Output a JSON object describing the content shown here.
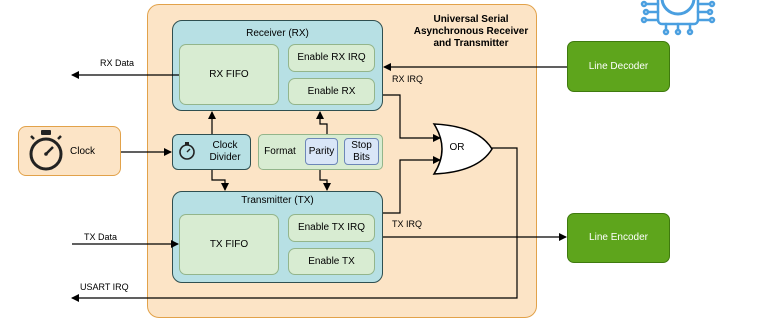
{
  "usart": {
    "title_line1": "Universal Serial",
    "title_line2": "Asynchronous Receiver",
    "title_line3": "and Transmitter"
  },
  "receiver": {
    "title": "Receiver (RX)",
    "fifo": "RX FIFO",
    "irq_enable": "Enable RX IRQ",
    "enable": "Enable RX"
  },
  "transmitter": {
    "title": "Transmitter (TX)",
    "fifo": "TX FIFO",
    "irq_enable": "Enable TX IRQ",
    "enable": "Enable TX"
  },
  "clock_divider": {
    "line1": "Clock",
    "line2": "Divider"
  },
  "format": {
    "label": "Format",
    "parity": "Parity",
    "stop_line1": "Stop",
    "stop_line2": "Bits"
  },
  "or_gate": "OR",
  "clock": "Clock",
  "line_decoder": "Line Decoder",
  "line_encoder": "Line Encoder",
  "signals": {
    "rx_data": "RX Data",
    "tx_data": "TX Data",
    "rx_irq": "RX IRQ",
    "tx_irq": "TX IRQ",
    "usart_irq": "USART IRQ"
  },
  "colors": {
    "usart_fill": "#fce4c6",
    "block_fill": "#b7e0e4",
    "inner_fill": "#d8ecd2",
    "option_fill": "#d9e6f7",
    "external_fill": "#5ea51c",
    "logo": "#4a9fe0"
  },
  "icons": {
    "clock": "stopwatch-icon",
    "divider": "stopwatch-icon",
    "logo": "chip-icon"
  }
}
